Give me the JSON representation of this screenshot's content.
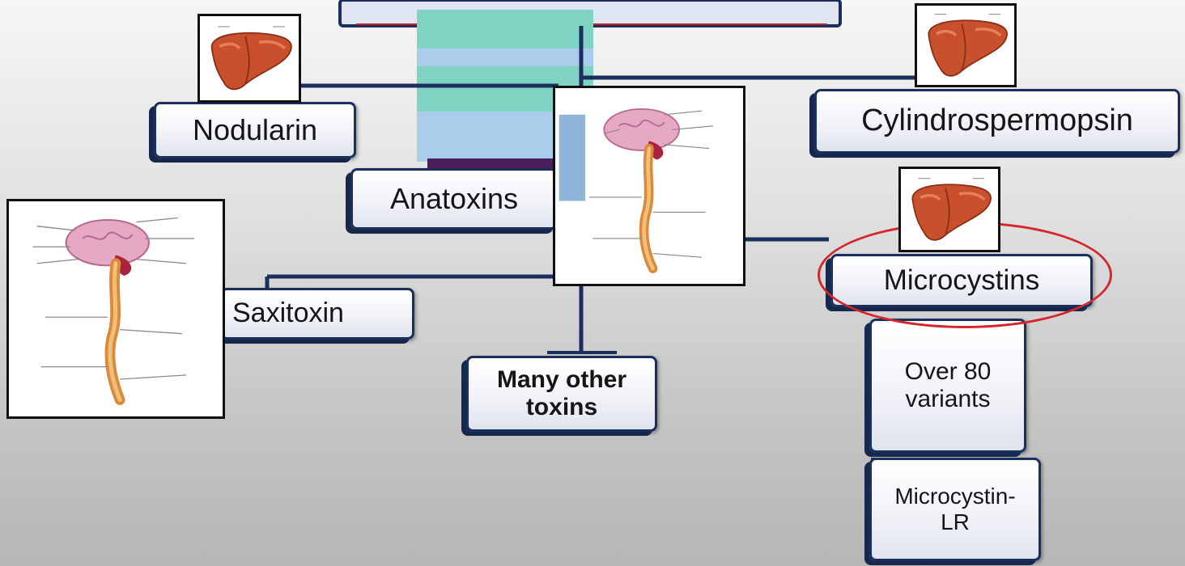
{
  "diagram": {
    "nodes": {
      "nodularin": "Nodularin",
      "anatoxins": "Anatoxins",
      "saxitoxin": "Saxitoxin",
      "cylindrospermopsin": "Cylindrospermopsin",
      "microcystins": "Microcystins",
      "many_other_toxins": [
        "Many other",
        "toxins"
      ],
      "over_80_variants": [
        "Over 80",
        "variants"
      ],
      "microcystin_lr": [
        "Microcystin-",
        "LR"
      ]
    },
    "icons": {
      "liver": "liver-icon",
      "nervous_system": "nervous-system-icon"
    },
    "colors": {
      "connector": "#1c2f5c",
      "node_border": "#1c2f5c",
      "highlight_ring": "#d4262c",
      "band_teal": "#7fd3c2",
      "band_blue": "#a9cdea",
      "band_steel": "#8fb5d8",
      "band_purple": "#4a1f5a"
    }
  }
}
